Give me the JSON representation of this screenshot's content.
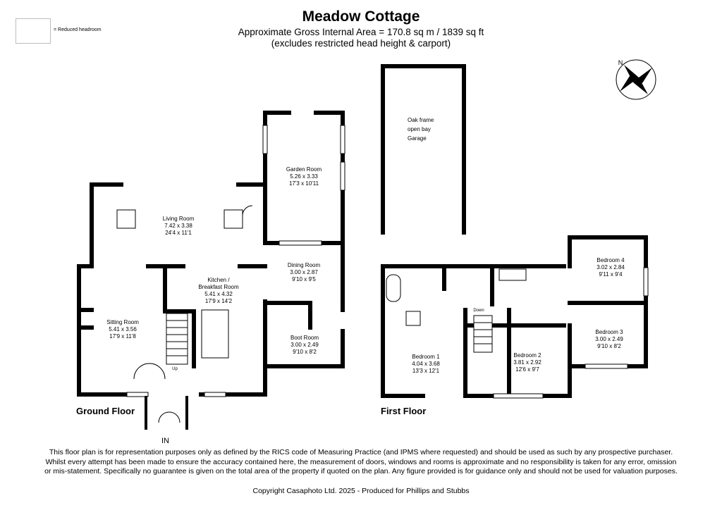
{
  "header": {
    "title": "Meadow Cottage",
    "area_line": "Approximate Gross Internal Area = 170.8 sq m / 1839 sq ft",
    "exclusion_line": "(excludes restricted head height & carport)"
  },
  "legend": {
    "reduced_headroom": "= Reduced headroom"
  },
  "ground_floor": {
    "label": "Ground Floor",
    "entrance": "IN",
    "stair": "Up",
    "rooms": {
      "garden_room": {
        "name": "Garden Room",
        "metric": "5.26 x 3.33",
        "imperial": "17'3 x 10'11"
      },
      "living_room": {
        "name": "Living Room",
        "metric": "7.42 x 3.38",
        "imperial": "24'4 x 11'1"
      },
      "kitchen": {
        "name1": "Kitchen /",
        "name2": "Breakfast Room",
        "metric": "5.41 x 4.32",
        "imperial": "17'9 x 14'2"
      },
      "dining_room": {
        "name": "Dining Room",
        "metric": "3.00 x 2.87",
        "imperial": "9'10 x 9'5"
      },
      "sitting_room": {
        "name": "Sitting Room",
        "metric": "5.41 x 3.56",
        "imperial": "17'9 x 11'8"
      },
      "boot_room": {
        "name": "Boot Room",
        "metric": "3.00 x 2.49",
        "imperial": "9'10 x 8'2"
      }
    }
  },
  "garage": {
    "line1": "Oak frame",
    "line2": "open bay",
    "line3": "Garage"
  },
  "first_floor": {
    "label": "First Floor",
    "stair": "Down",
    "rooms": {
      "bedroom1": {
        "name": "Bedroom 1",
        "metric": "4.04 x 3.68",
        "imperial": "13'3 x 12'1"
      },
      "bedroom2": {
        "name": "Bedroom 2",
        "metric": "3.81 x 2.92",
        "imperial": "12'6 x 9'7"
      },
      "bedroom3": {
        "name": "Bedroom 3",
        "metric": "3.00 x 2.49",
        "imperial": "9'10 x 8'2"
      },
      "bedroom4": {
        "name": "Bedroom 4",
        "metric": "3.02 x 2.84",
        "imperial": "9'11 x 9'4"
      }
    }
  },
  "compass": {
    "label": "N"
  },
  "footer": {
    "disclaimer": "This floor plan is for representation purposes only as defined by the RICS code of Measuring Practice (and IPMS where requested) and should be used as such by any prospective purchaser. Whilst every attempt has been made to ensure the accuracy contained here, the measurement of doors, windows and rooms is approximate and no responsibility is taken for any error, omission or mis-statement. Specifically no guarantee is given on the total area of the property if quoted on the plan. Any figure provided is for guidance only and should not be used for valuation purposes.",
    "copyright": "Copyright Casaphoto Ltd. 2025 - Produced for Phillips and Stubbs"
  }
}
